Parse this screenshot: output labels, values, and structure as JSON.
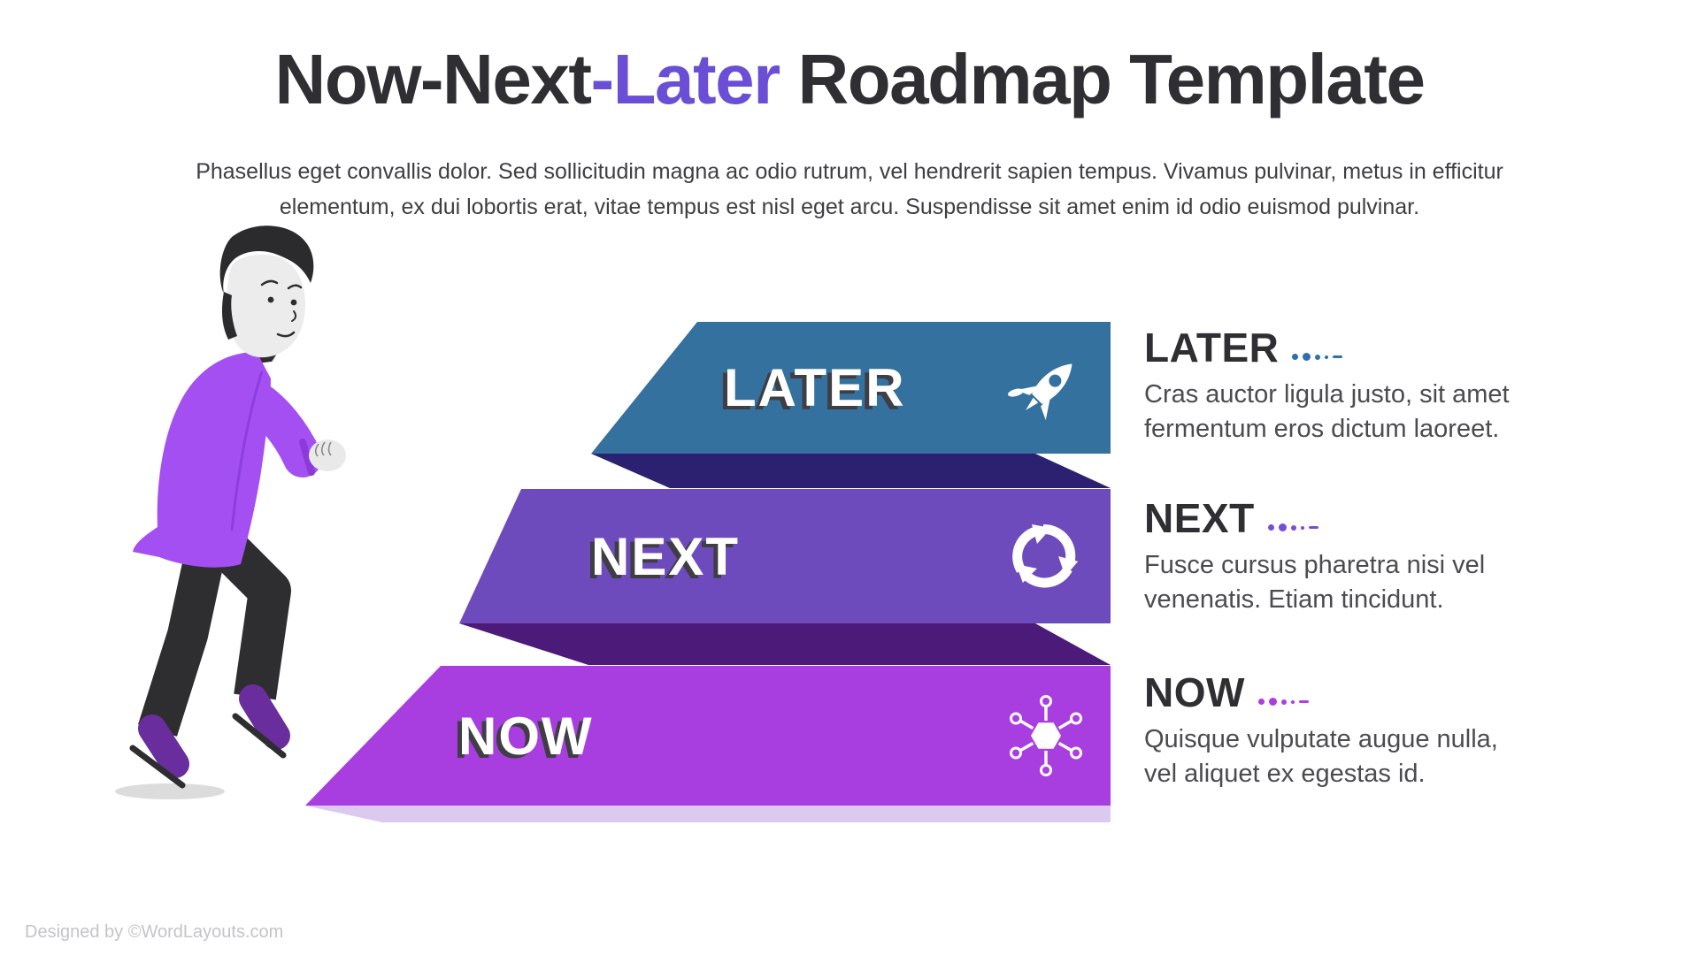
{
  "title": {
    "prefix": "Now-Next",
    "highlight": "-Later",
    "suffix": " Roadmap Template",
    "highlight_color": "#6a4fd6",
    "text_color": "#2f2f33"
  },
  "subtitle": {
    "line1": "Phasellus eget convallis dolor. Sed sollicitudin magna ac odio rutrum, vel hendrerit sapien tempus. Vivamus pulvinar, metus in efficitur",
    "line2": "elementum, ex dui lobortis erat, vitae tempus est nisl eget arcu. Suspendisse sit amet enim id odio euismod pulvinar."
  },
  "roadmap": {
    "tiers": [
      {
        "id": "later",
        "label": "LATER",
        "heading": "LATER",
        "icon": "rocket-icon",
        "banner_color": "#35719e",
        "shadow_color": "#2b2170",
        "dots_color": "#2f6fad",
        "body_line1": "Cras auctor ligula justo, sit amet",
        "body_line2": "fermentum eros dictum laoreet."
      },
      {
        "id": "next",
        "label": "NEXT",
        "heading": "NEXT",
        "icon": "recycle-icon",
        "banner_color": "#6e4bbd",
        "shadow_color": "#4c1a78",
        "dots_color": "#7a4bd6",
        "body_line1": "Fusce cursus pharetra nisi vel",
        "body_line2": "venenatis. Etiam tincidunt."
      },
      {
        "id": "now",
        "label": "NOW",
        "heading": "NOW",
        "icon": "network-icon",
        "banner_color": "#a83ee0",
        "shadow_color": "#dcc9f0",
        "dots_color": "#b13be1",
        "body_line1": "Quisque vulputate augue nulla,",
        "body_line2": "vel aliquet ex egestas id."
      }
    ]
  },
  "illustration": {
    "jacket_color": "#a44ff2",
    "shoe_color": "#6a2d9e",
    "pants_color": "#2e2e31",
    "skin_color": "#ececec",
    "hair_color": "#2b2b2e"
  },
  "footer": {
    "credit": "Designed by ©WordLayouts.com"
  }
}
